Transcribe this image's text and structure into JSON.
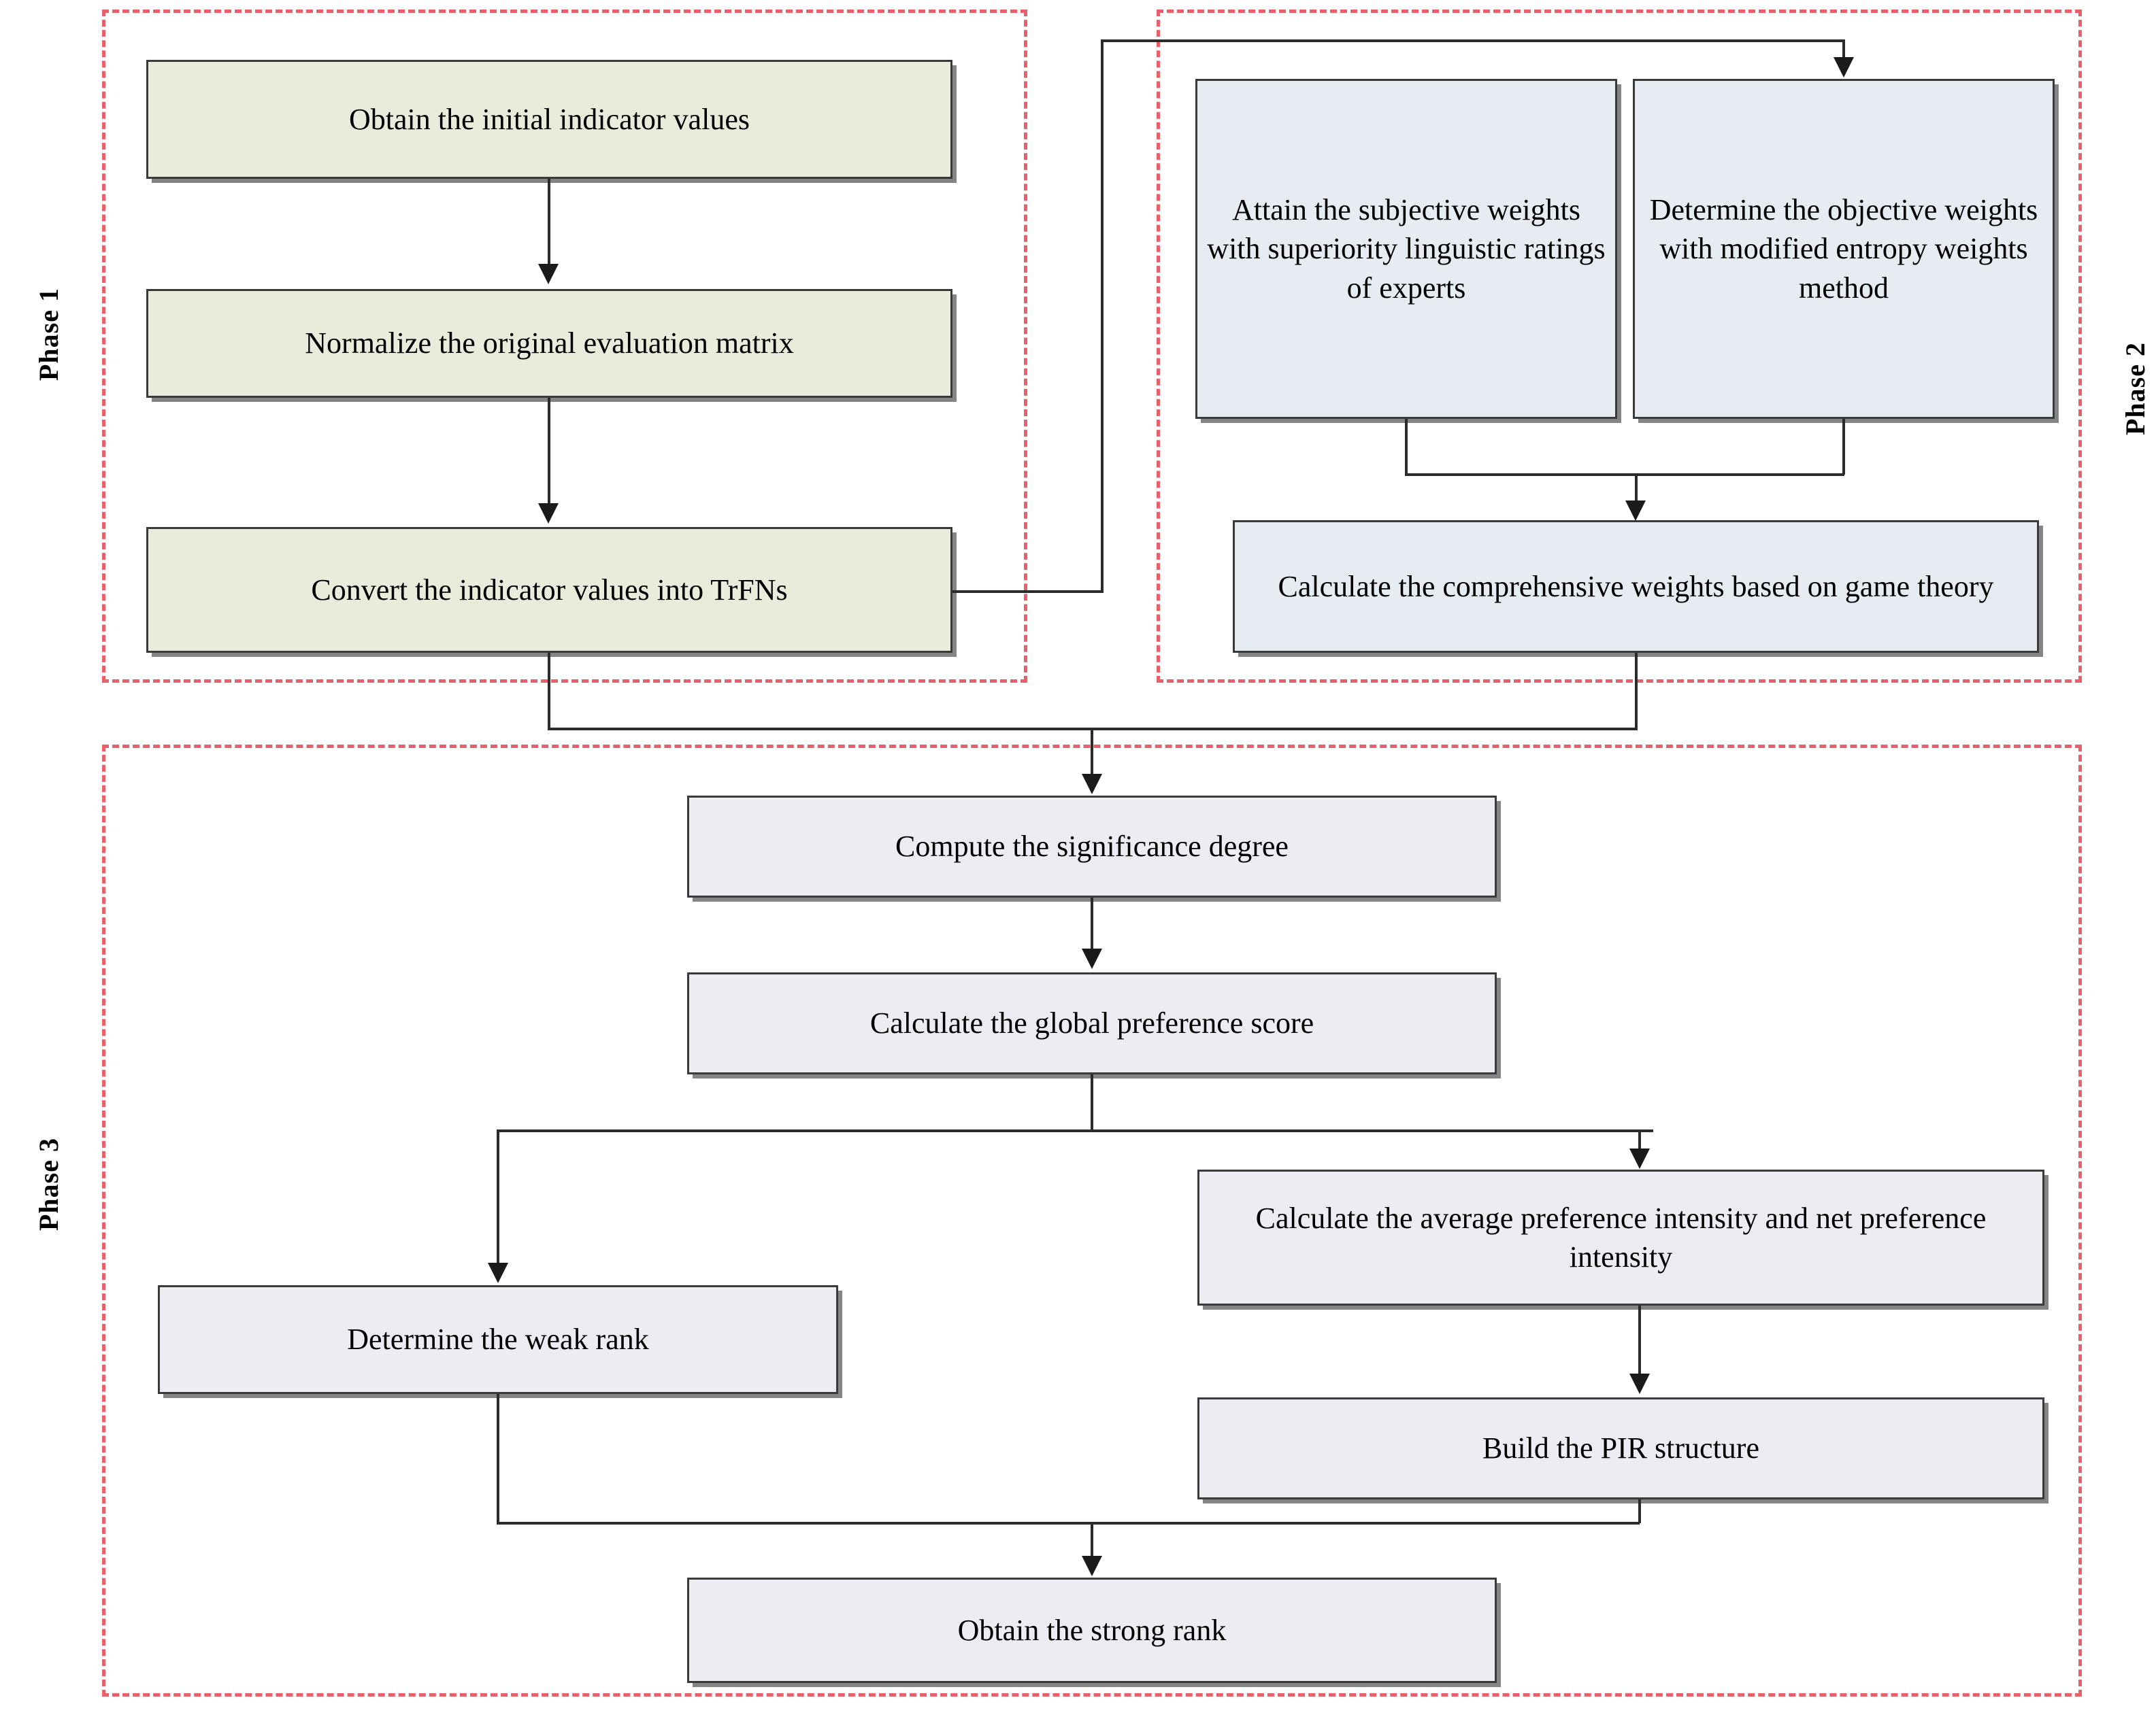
{
  "diagram": {
    "title": "Three-phase MCDM evaluation framework flowchart",
    "phases": [
      {
        "id": "phase1",
        "label": "Phase 1",
        "label_side": "left",
        "accent": "#e8616a",
        "node_fill": "#e9ebdb"
      },
      {
        "id": "phase2",
        "label": "Phase 2",
        "label_side": "right",
        "accent": "#e8616a",
        "node_fill": "#e7ecf3"
      },
      {
        "id": "phase3",
        "label": "Phase 3",
        "label_side": "left",
        "accent": "#e8616a",
        "node_fill": "#eeecf2"
      }
    ],
    "nodes": {
      "n1": "Obtain the initial indicator values",
      "n2": "Normalize the original evaluation matrix",
      "n3": "Convert the indicator values into TrFNs",
      "n4": "Attain the subjective weights with superiority linguistic ratings of experts",
      "n5": "Determine the objective weights with modified entropy weights method",
      "n6": "Calculate the comprehensive weights based on game theory",
      "n7": "Compute the significance degree",
      "n8": "Calculate the global preference score",
      "n9": "Determine the weak rank",
      "n10": "Calculate the average preference intensity and net preference intensity",
      "n11": "Build the PIR structure",
      "n12": "Obtain the strong rank"
    },
    "edges": [
      {
        "from": "n1",
        "to": "n2",
        "kind": "straight-down"
      },
      {
        "from": "n2",
        "to": "n3",
        "kind": "straight-down"
      },
      {
        "from": "n3",
        "to": "n5",
        "kind": "right-up-over"
      },
      {
        "from": "n4",
        "to": "n6",
        "kind": "merge-down"
      },
      {
        "from": "n5",
        "to": "n6",
        "kind": "merge-down"
      },
      {
        "from": "n3",
        "to": "n7",
        "kind": "merge-down"
      },
      {
        "from": "n6",
        "to": "n7",
        "kind": "merge-down"
      },
      {
        "from": "n7",
        "to": "n8",
        "kind": "straight-down"
      },
      {
        "from": "n8",
        "to": "n9",
        "kind": "branch-left"
      },
      {
        "from": "n8",
        "to": "n10",
        "kind": "branch-right"
      },
      {
        "from": "n10",
        "to": "n11",
        "kind": "straight-down"
      },
      {
        "from": "n9",
        "to": "n12",
        "kind": "merge-down"
      },
      {
        "from": "n11",
        "to": "n12",
        "kind": "merge-down"
      }
    ]
  }
}
